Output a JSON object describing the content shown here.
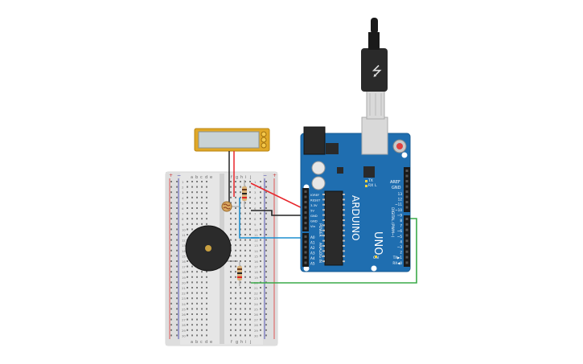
{
  "board": {
    "brand_vertical": "ARDUINO",
    "model": "UNO",
    "power_header_title": "POWER",
    "analog_header_title": "ANALOG IN",
    "digital_header_title": "DIGITAL (PWM~)",
    "tx_label": "TX",
    "rx_label": "RX",
    "l_label": "L",
    "on_label": "ON",
    "aref_label": "AREF",
    "gnd_label": "GND",
    "power_pins": [
      "IOREF",
      "RESET",
      "3.3V",
      "5V",
      "GND",
      "GND",
      "Vin"
    ],
    "analog_pins": [
      "A0",
      "A1",
      "A2",
      "A3",
      "A4",
      "A5"
    ],
    "digital_pins": [
      "13",
      "12",
      "~11",
      "~10",
      "~9",
      "8",
      "7",
      "~6",
      "~5",
      "4",
      "~3",
      "2",
      "TX▶1",
      "RX◀0"
    ]
  },
  "breadboard": {
    "column_letters_left": [
      "a",
      "b",
      "c",
      "d",
      "e"
    ],
    "column_letters_right": [
      "f",
      "g",
      "h",
      "i",
      "j"
    ],
    "plus": "+",
    "minus": "−",
    "row_numbers": [
      "1",
      "2",
      "3",
      "4",
      "5",
      "6",
      "7",
      "8",
      "9",
      "10",
      "11",
      "12",
      "13",
      "14",
      "15",
      "16",
      "17",
      "18",
      "19",
      "20",
      "21",
      "22",
      "23",
      "24",
      "25",
      "26",
      "27",
      "28",
      "29",
      "30"
    ]
  },
  "colors": {
    "board_blue": "#1f6eb0",
    "wire_red": "#e8262b",
    "wire_black": "#222222",
    "wire_blue": "#1d8fd0",
    "wire_green": "#3aaa48",
    "lcd_frame": "#e0a828"
  },
  "components": {
    "sensor": "photoresistor",
    "buzzer": "piezo",
    "display": "lcd-module",
    "cable": "usb-cable"
  }
}
